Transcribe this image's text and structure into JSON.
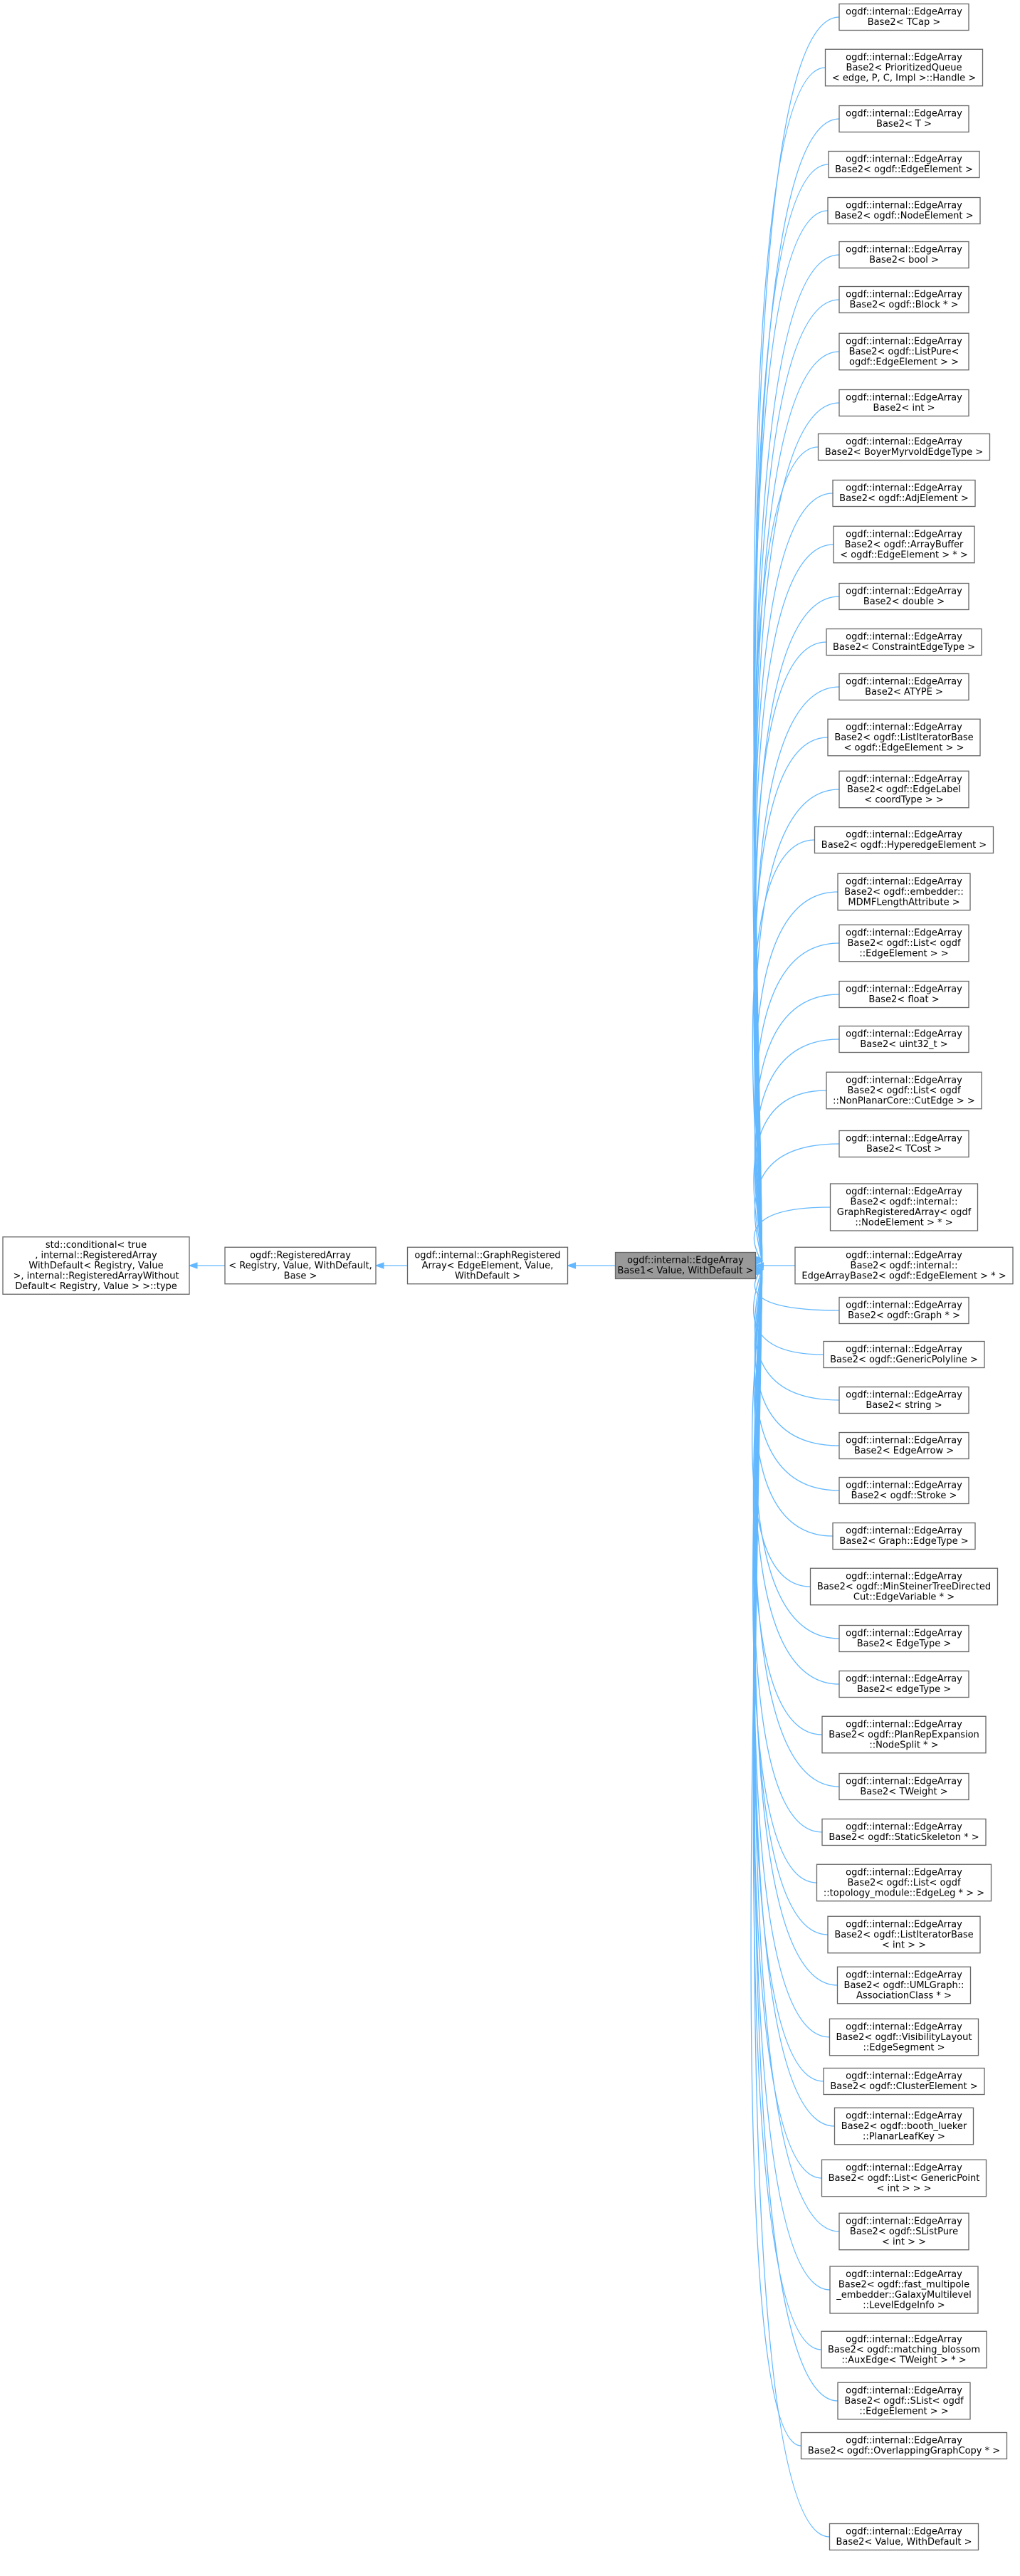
{
  "diagram": {
    "title": "Inheritance graph",
    "colors": {
      "edge": "#63b8ff",
      "node_border": "#666666",
      "focus_fill": "#999999"
    },
    "root": {
      "id": "std_conditional",
      "lines": [
        "std::conditional< true",
        ", internal::RegisteredArray",
        "WithDefault< Registry, Value",
        ">, internal::RegisteredArrayWithout",
        "Default< Registry, Value > >::type"
      ]
    },
    "chain": [
      {
        "id": "registered_array",
        "lines": [
          "ogdf::RegisteredArray",
          "< Registry, Value, WithDefault,",
          "Base >"
        ]
      },
      {
        "id": "graph_registered_array",
        "lines": [
          "ogdf::internal::GraphRegistered",
          "Array< EdgeElement, Value,",
          "WithDefault >"
        ]
      },
      {
        "id": "edge_array_base1",
        "lines": [
          "ogdf::internal::EdgeArray",
          "Base1< Value, WithDefault >"
        ]
      }
    ],
    "children": [
      {
        "lines": [
          "ogdf::internal::EdgeArray",
          "Base2< TCap >"
        ]
      },
      {
        "lines": [
          "ogdf::internal::EdgeArray",
          "Base2< PrioritizedQueue",
          "< edge, P, C, Impl >::Handle >"
        ]
      },
      {
        "lines": [
          "ogdf::internal::EdgeArray",
          "Base2< T >"
        ]
      },
      {
        "lines": [
          "ogdf::internal::EdgeArray",
          "Base2< ogdf::EdgeElement >"
        ]
      },
      {
        "lines": [
          "ogdf::internal::EdgeArray",
          "Base2< ogdf::NodeElement >"
        ]
      },
      {
        "lines": [
          "ogdf::internal::EdgeArray",
          "Base2< bool >"
        ]
      },
      {
        "lines": [
          "ogdf::internal::EdgeArray",
          "Base2< ogdf::Block * >"
        ]
      },
      {
        "lines": [
          "ogdf::internal::EdgeArray",
          "Base2< ogdf::ListPure<",
          "ogdf::EdgeElement > >"
        ]
      },
      {
        "lines": [
          "ogdf::internal::EdgeArray",
          "Base2< int >"
        ]
      },
      {
        "lines": [
          "ogdf::internal::EdgeArray",
          "Base2< BoyerMyrvoldEdgeType >"
        ]
      },
      {
        "lines": [
          "ogdf::internal::EdgeArray",
          "Base2< ogdf::AdjElement >"
        ]
      },
      {
        "lines": [
          "ogdf::internal::EdgeArray",
          "Base2< ogdf::ArrayBuffer",
          "< ogdf::EdgeElement > * >"
        ]
      },
      {
        "lines": [
          "ogdf::internal::EdgeArray",
          "Base2< double >"
        ]
      },
      {
        "lines": [
          "ogdf::internal::EdgeArray",
          "Base2< ConstraintEdgeType >"
        ]
      },
      {
        "lines": [
          "ogdf::internal::EdgeArray",
          "Base2< ATYPE >"
        ]
      },
      {
        "lines": [
          "ogdf::internal::EdgeArray",
          "Base2< ogdf::ListIteratorBase",
          "< ogdf::EdgeElement > >"
        ]
      },
      {
        "lines": [
          "ogdf::internal::EdgeArray",
          "Base2< ogdf::EdgeLabel",
          "< coordType > >"
        ]
      },
      {
        "lines": [
          "ogdf::internal::EdgeArray",
          "Base2< ogdf::HyperedgeElement >"
        ]
      },
      {
        "lines": [
          "ogdf::internal::EdgeArray",
          "Base2< ogdf::embedder::",
          "MDMFLengthAttribute >"
        ]
      },
      {
        "lines": [
          "ogdf::internal::EdgeArray",
          "Base2< ogdf::List< ogdf",
          "::EdgeElement > >"
        ]
      },
      {
        "lines": [
          "ogdf::internal::EdgeArray",
          "Base2< float >"
        ]
      },
      {
        "lines": [
          "ogdf::internal::EdgeArray",
          "Base2< uint32_t >"
        ]
      },
      {
        "lines": [
          "ogdf::internal::EdgeArray",
          "Base2< ogdf::List< ogdf",
          "::NonPlanarCore::CutEdge > >"
        ]
      },
      {
        "lines": [
          "ogdf::internal::EdgeArray",
          "Base2< TCost >"
        ]
      },
      {
        "lines": [
          "ogdf::internal::EdgeArray",
          "Base2< ogdf::internal::",
          "GraphRegisteredArray< ogdf",
          "::NodeElement > * >"
        ]
      },
      {
        "lines": [
          "ogdf::internal::EdgeArray",
          "Base2< ogdf::internal::",
          "EdgeArrayBase2< ogdf::EdgeElement > * >"
        ]
      },
      {
        "lines": [
          "ogdf::internal::EdgeArray",
          "Base2< ogdf::Graph * >"
        ]
      },
      {
        "lines": [
          "ogdf::internal::EdgeArray",
          "Base2< ogdf::GenericPolyline >"
        ]
      },
      {
        "lines": [
          "ogdf::internal::EdgeArray",
          "Base2< string >"
        ]
      },
      {
        "lines": [
          "ogdf::internal::EdgeArray",
          "Base2< EdgeArrow >"
        ]
      },
      {
        "lines": [
          "ogdf::internal::EdgeArray",
          "Base2< ogdf::Stroke >"
        ]
      },
      {
        "lines": [
          "ogdf::internal::EdgeArray",
          "Base2< Graph::EdgeType >"
        ]
      },
      {
        "lines": [
          "ogdf::internal::EdgeArray",
          "Base2< ogdf::MinSteinerTreeDirected",
          "Cut::EdgeVariable * >"
        ]
      },
      {
        "lines": [
          "ogdf::internal::EdgeArray",
          "Base2< EdgeType >"
        ]
      },
      {
        "lines": [
          "ogdf::internal::EdgeArray",
          "Base2< edgeType >"
        ]
      },
      {
        "lines": [
          "ogdf::internal::EdgeArray",
          "Base2< ogdf::PlanRepExpansion",
          "::NodeSplit * >"
        ]
      },
      {
        "lines": [
          "ogdf::internal::EdgeArray",
          "Base2< TWeight >"
        ]
      },
      {
        "lines": [
          "ogdf::internal::EdgeArray",
          "Base2< ogdf::StaticSkeleton * >"
        ]
      },
      {
        "lines": [
          "ogdf::internal::EdgeArray",
          "Base2< ogdf::List< ogdf",
          "::topology_module::EdgeLeg * > >"
        ]
      },
      {
        "lines": [
          "ogdf::internal::EdgeArray",
          "Base2< ogdf::ListIteratorBase",
          "< int > >"
        ]
      },
      {
        "lines": [
          "ogdf::internal::EdgeArray",
          "Base2< ogdf::UMLGraph::",
          "AssociationClass * >"
        ]
      },
      {
        "lines": [
          "ogdf::internal::EdgeArray",
          "Base2< ogdf::VisibilityLayout",
          "::EdgeSegment >"
        ]
      },
      {
        "lines": [
          "ogdf::internal::EdgeArray",
          "Base2< ogdf::ClusterElement >"
        ]
      },
      {
        "lines": [
          "ogdf::internal::EdgeArray",
          "Base2< ogdf::booth_lueker",
          "::PlanarLeafKey >"
        ]
      },
      {
        "lines": [
          "ogdf::internal::EdgeArray",
          "Base2< ogdf::List< GenericPoint",
          "< int > > >"
        ]
      },
      {
        "lines": [
          "ogdf::internal::EdgeArray",
          "Base2< ogdf::SListPure",
          "< int > >"
        ]
      },
      {
        "lines": [
          "ogdf::internal::EdgeArray",
          "Base2< ogdf::fast_multipole",
          "_embedder::GalaxyMultilevel",
          "::LevelEdgeInfo >"
        ]
      },
      {
        "lines": [
          "ogdf::internal::EdgeArray",
          "Base2< ogdf::matching_blossom",
          "::AuxEdge< TWeight > * >"
        ]
      },
      {
        "lines": [
          "ogdf::internal::EdgeArray",
          "Base2< ogdf::SList< ogdf",
          "::EdgeElement > >"
        ]
      },
      {
        "lines": [
          "ogdf::internal::EdgeArray",
          "Base2< ogdf::OverlappingGraphCopy * >"
        ]
      },
      {
        "lines": [
          "ogdf::internal::EdgeArray",
          "Base2< Value, WithDefault >"
        ]
      }
    ]
  }
}
